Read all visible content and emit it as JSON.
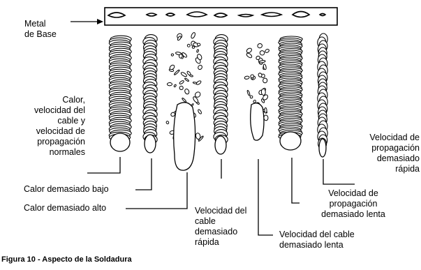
{
  "figure": {
    "caption": "Figura 10 - Aspecto de la Soldadura",
    "base_metal_label": "Metal\nde Base",
    "labels": {
      "normal": "Calor,\nvelocidad del\ncable y\nvelocidad de\npropagación\nnormales",
      "heat_low": "Calor demasiado bajo",
      "heat_high": "Calor demasiado alto",
      "wire_fast": "Velocidad del\ncable\ndemasiado\nrápida",
      "wire_slow": "Velocidad del cable\ndemasiado lenta",
      "travel_slow": "Velocidad de\npropagación\ndemasiado lenta",
      "travel_fast": "Velocidad de\npropagación\ndemasiado\nrápida"
    }
  }
}
